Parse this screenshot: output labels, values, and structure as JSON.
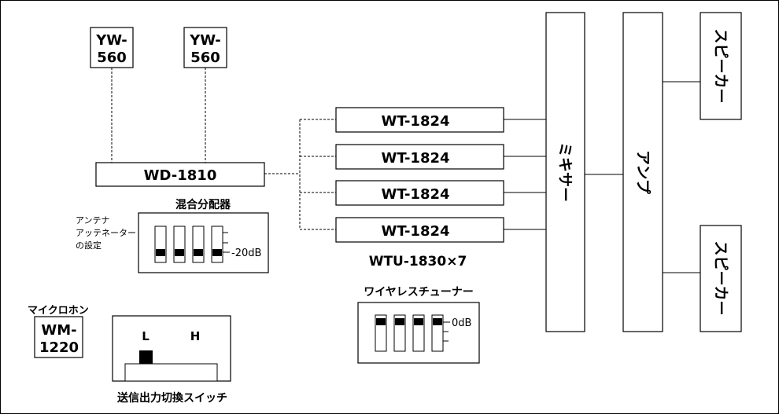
{
  "antennas": [
    {
      "line1": "YW-",
      "line2": "560"
    },
    {
      "line1": "YW-",
      "line2": "560"
    }
  ],
  "distributor": {
    "model": "WD-1810",
    "name": "混合分配器",
    "setting_label": [
      "アンテナ",
      "アッテネーター",
      "の設定"
    ],
    "attenuation": "-20dB"
  },
  "tuners": {
    "models": [
      "WT-1824",
      "WT-1824",
      "WT-1824",
      "WT-1824"
    ],
    "unit": "WTU-1830×7",
    "name": "ワイヤレスチューナー",
    "gain": "0dB"
  },
  "mixer": {
    "label": "ミキサー"
  },
  "amp": {
    "label": "アンプ"
  },
  "speakers": [
    {
      "label": "スピーカー"
    },
    {
      "label": "スピーカー"
    }
  ],
  "microphone": {
    "name": "マイクロホン",
    "line1": "WM-",
    "line2": "1220"
  },
  "power_switch": {
    "low": "L",
    "high": "H",
    "label": "送信出力切換スイッチ"
  }
}
